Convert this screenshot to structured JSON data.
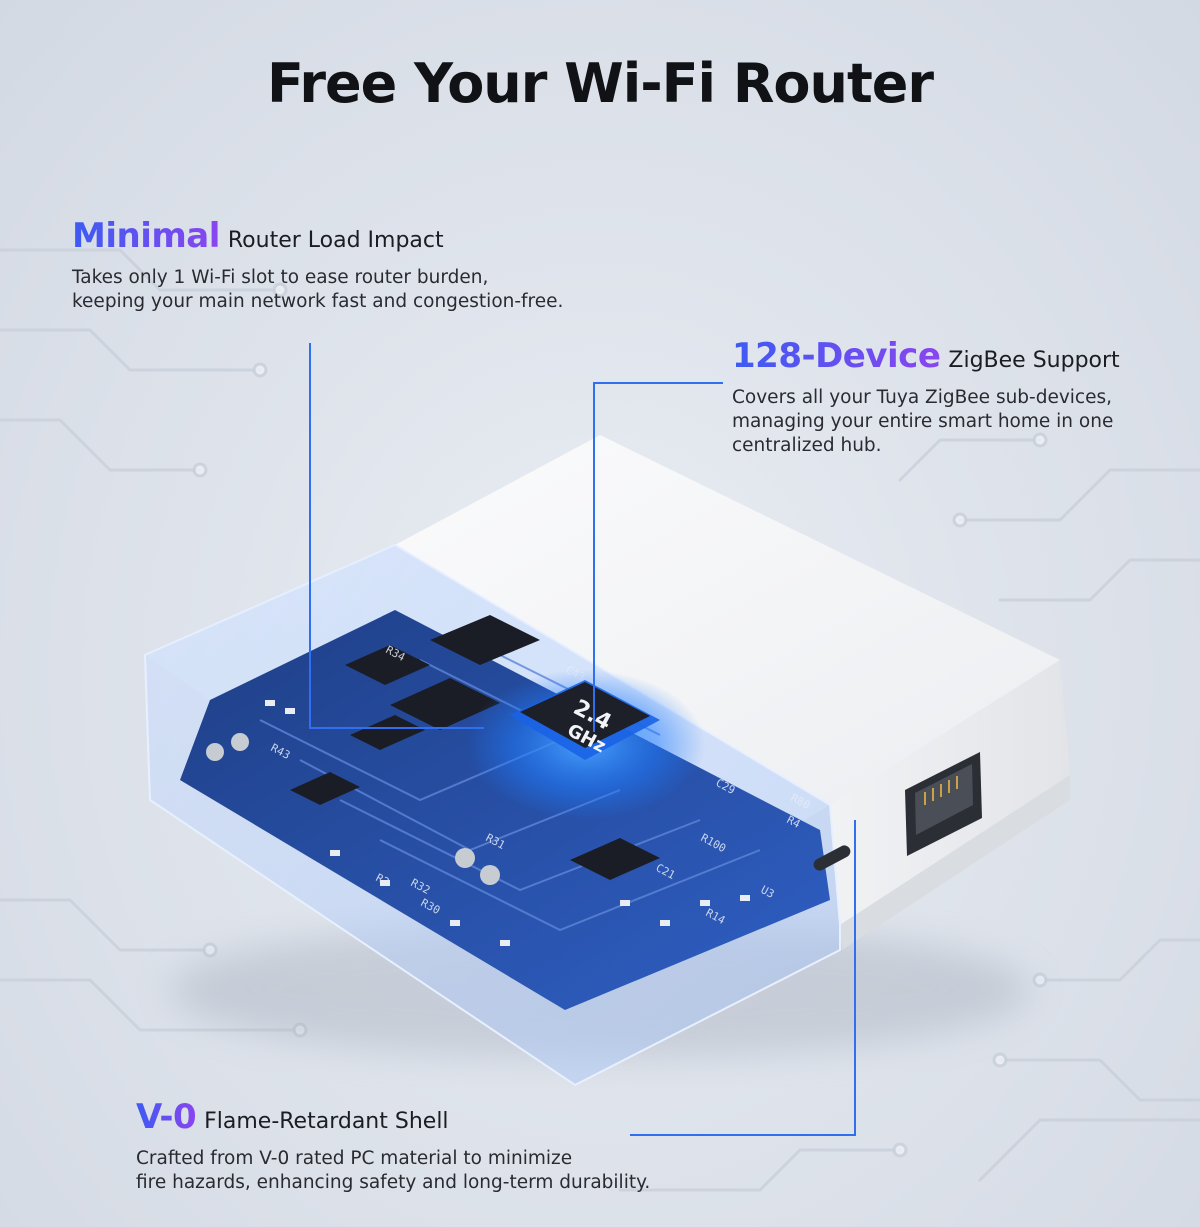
{
  "title": "Free Your Wi-Fi Router",
  "features": [
    {
      "accent": "Minimal",
      "label": "Router Load Impact",
      "lines": [
        "Takes only 1 Wi-Fi slot to ease router burden,",
        "keeping your main network fast and congestion-free."
      ]
    },
    {
      "accent": "128-Device",
      "label": "ZigBee Support",
      "lines": [
        "Covers all your Tuya ZigBee sub-devices,",
        "managing your entire smart home in one",
        "centralized hub."
      ]
    },
    {
      "accent": "V-0",
      "label": "Flame-Retardant Shell",
      "lines": [
        "Crafted from V-0 rated PC material to minimize",
        "fire hazards, enhancing safety and long-term durability."
      ]
    }
  ],
  "chip": {
    "line1": "2.4",
    "line2": "GHz"
  },
  "pcb_labels": [
    "R34",
    "C43",
    "R43",
    "R30",
    "R32",
    "C29",
    "R14",
    "C21",
    "R80",
    "R4",
    "R100",
    "U3",
    "R31",
    "R2"
  ],
  "colors": {
    "accent_start": "#3d5bf2",
    "accent_end": "#8a45f0",
    "leader_line": "#2f6ff0",
    "glow": "#1f7cff"
  },
  "icons": {
    "ethernet_port": "ethernet-port-icon",
    "usb_c_port": "usb-c-port-icon"
  }
}
